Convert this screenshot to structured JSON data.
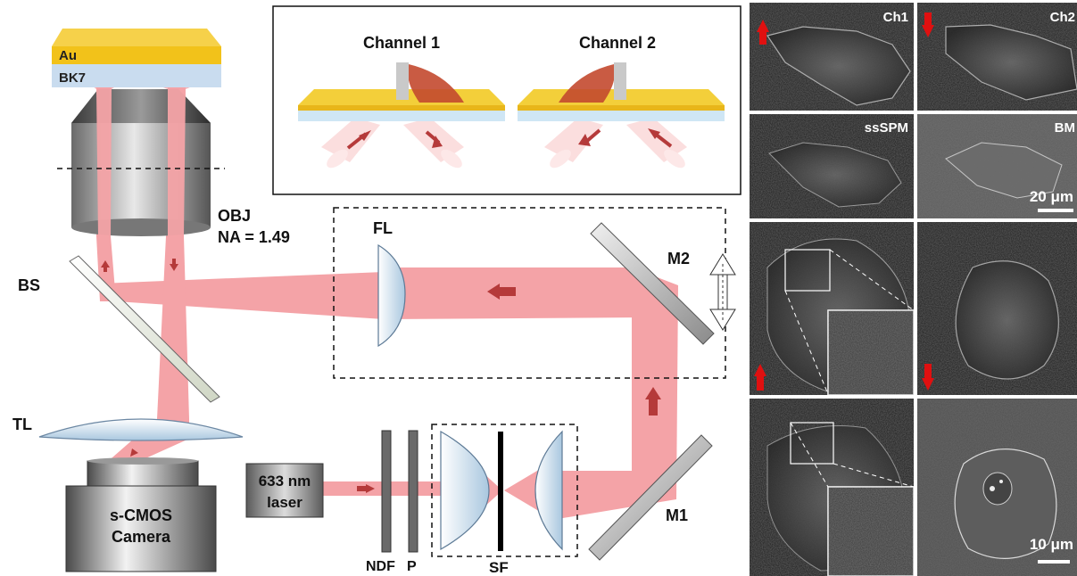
{
  "sample": {
    "top_layer": "Au",
    "bottom_layer": "BK7"
  },
  "objective": {
    "label": "OBJ",
    "na": "NA = 1.49"
  },
  "labels": {
    "bs": "BS",
    "tl": "TL",
    "fl": "FL",
    "m1": "M1",
    "m2": "M2",
    "ndf": "NDF",
    "p": "P",
    "sf": "SF"
  },
  "camera": {
    "line1": "s-CMOS",
    "line2": "Camera"
  },
  "laser": {
    "line1": "633 nm",
    "line2": "laser"
  },
  "inset": {
    "channel1": "Channel 1",
    "channel2": "Channel 2"
  },
  "panels": {
    "ch1": "Ch1",
    "ch2": "Ch2",
    "sspm": "ssSPM",
    "bm": "BM",
    "scalebar_top": "20 μm",
    "scalebar_bottom": "10 μm"
  },
  "colors": {
    "beam": "#f4a3a7",
    "arrow": "#b53a3a",
    "red_arrow": "#e01010",
    "gold": "#f2c21a",
    "glass": "#c9dcef"
  }
}
